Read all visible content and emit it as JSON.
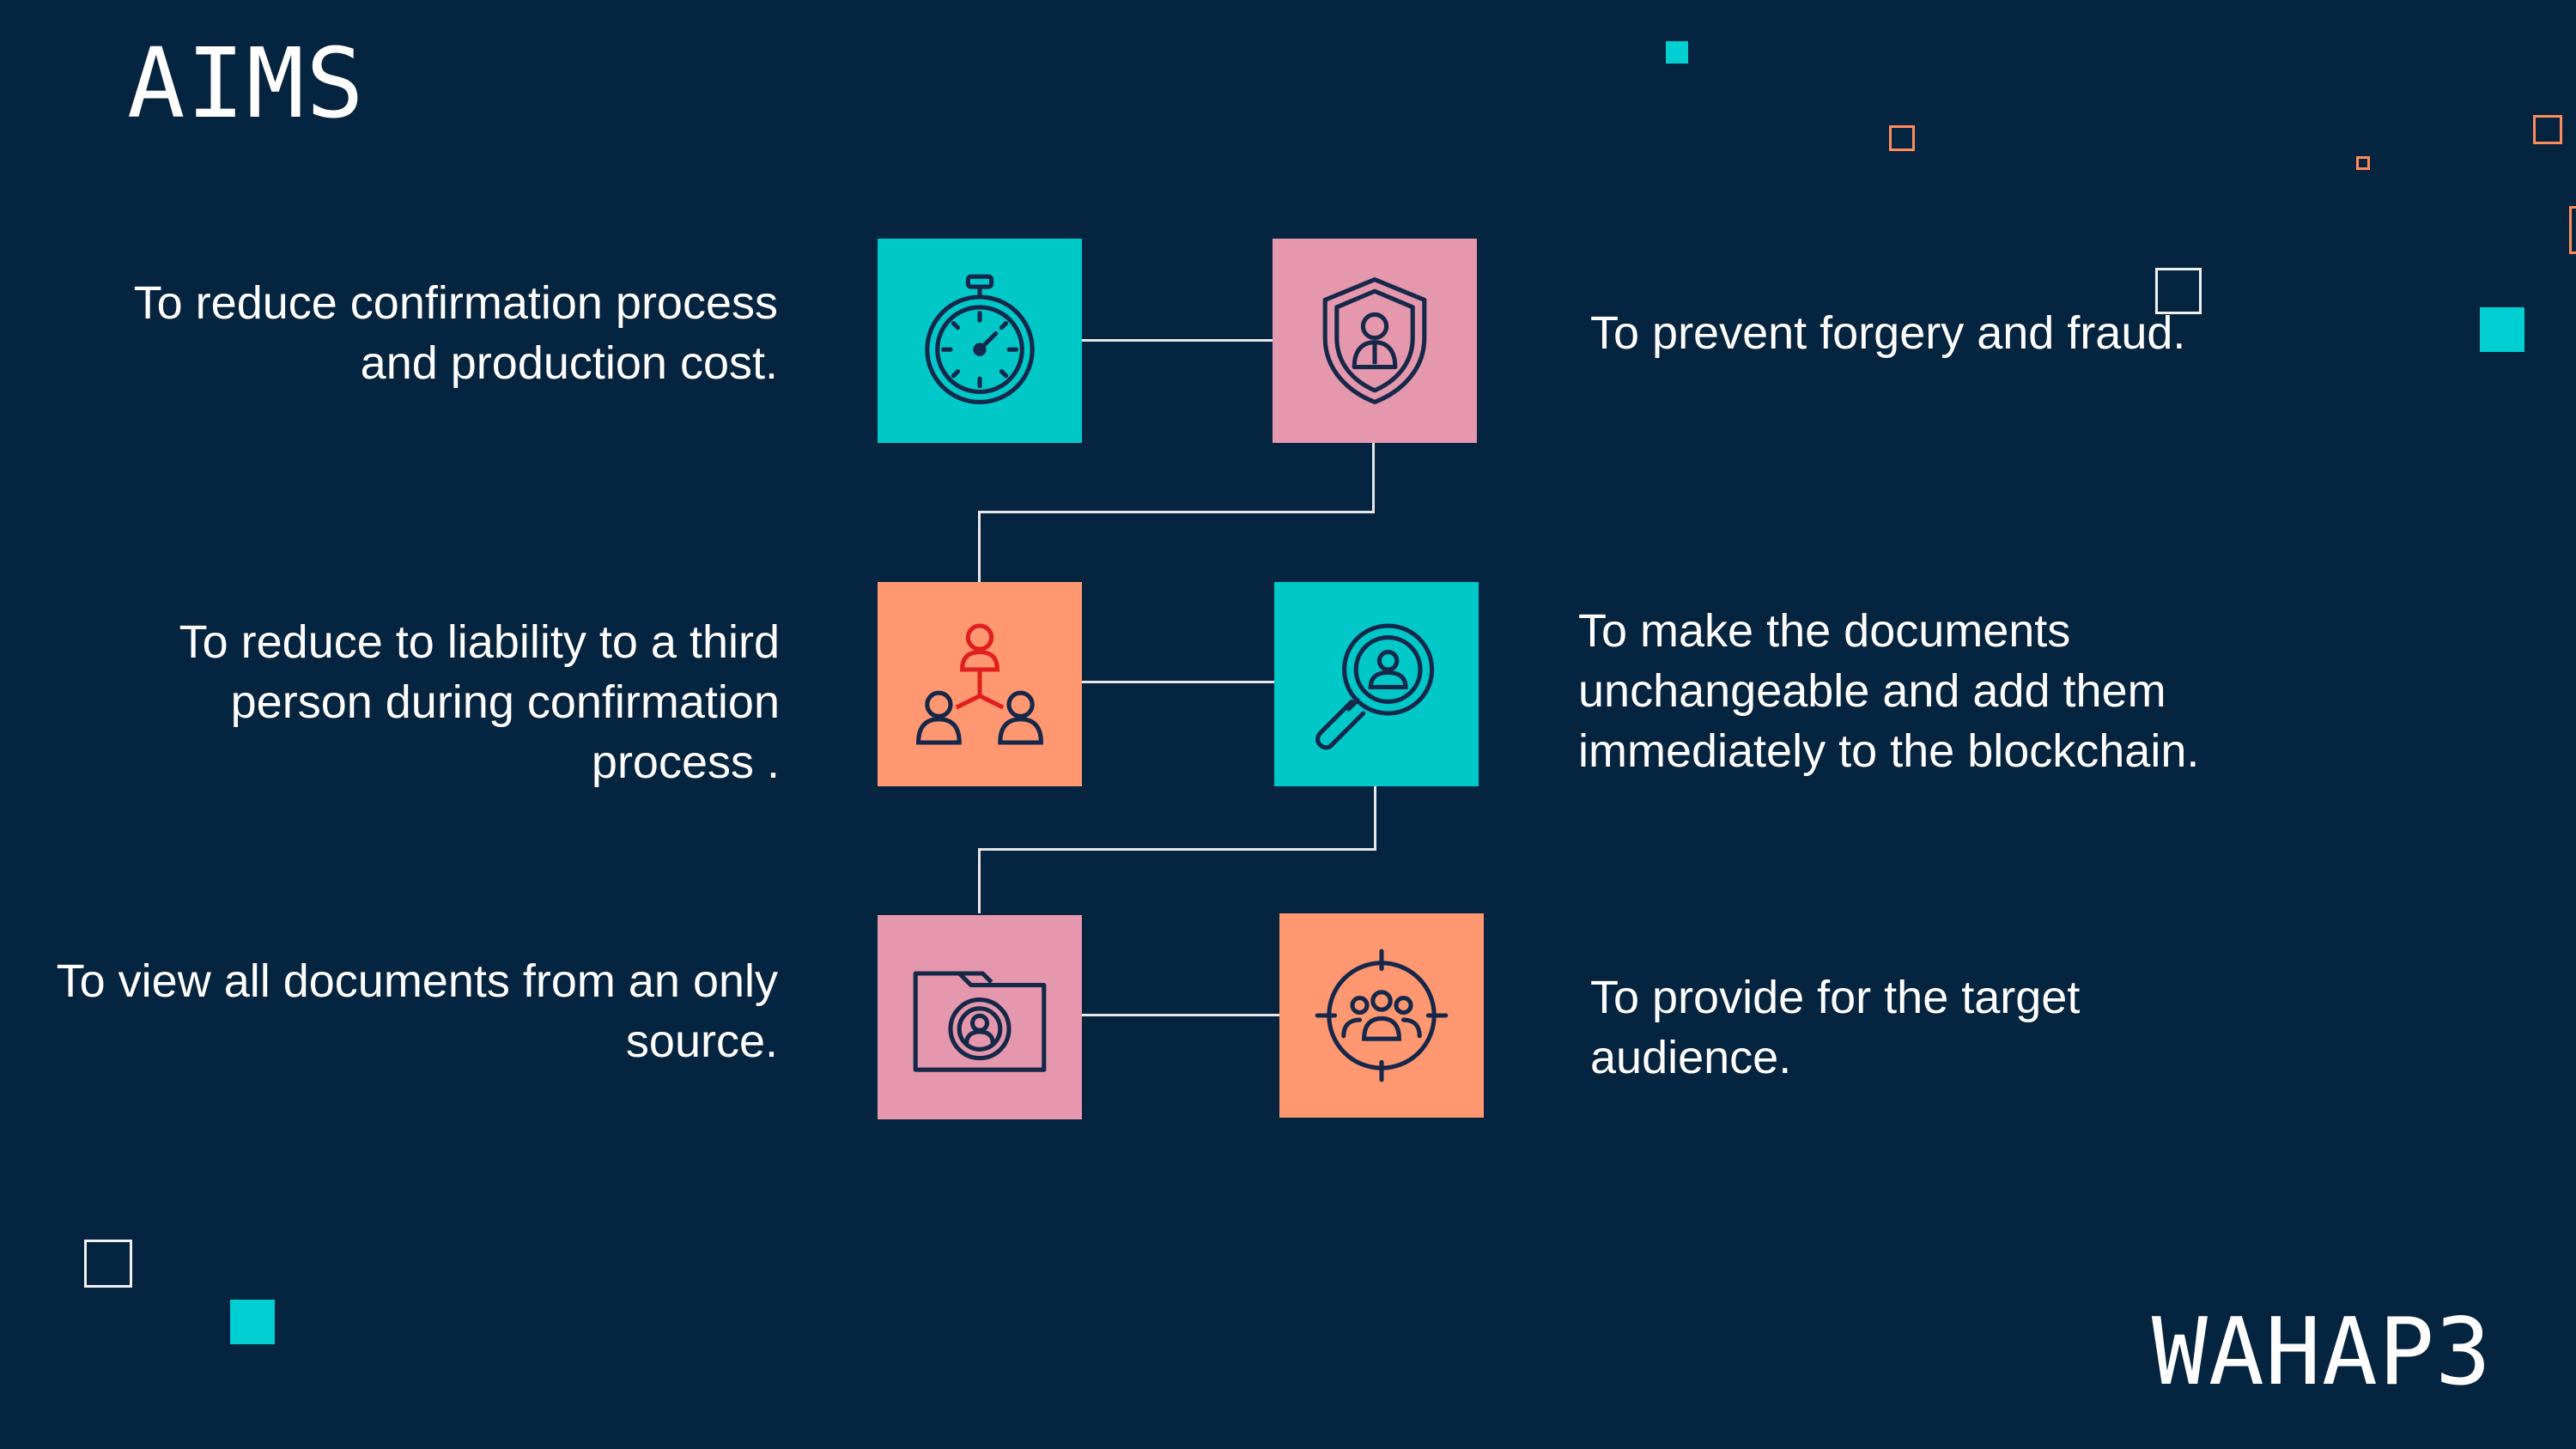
{
  "slide": {
    "title": "AIMS",
    "brand": "WAHAP3"
  },
  "aims": {
    "left": [
      {
        "text": "To reduce confirmation process and production cost."
      },
      {
        "text": "To reduce to liability to a third person during confirmation process ."
      },
      {
        "text": "To view all documents from an only source."
      }
    ],
    "right": [
      {
        "text": "To prevent forgery and fraud."
      },
      {
        "text": "To make the documents unchangeable and add them immediately to the blockchain."
      },
      {
        "text": "To provide for the target audience."
      }
    ]
  },
  "icons": {
    "row1_left": "stopwatch-icon",
    "row1_right": "shield-person-icon",
    "row2_left": "team-network-icon",
    "row2_right": "magnifier-person-icon",
    "row3_left": "folder-user-icon",
    "row3_right": "target-audience-icon"
  },
  "colors": {
    "background": "#04243f",
    "cyan": "#00c8c8",
    "pink": "#e497ad",
    "orange": "#ff9770",
    "connector": "#e7e7e7",
    "text": "#ffffff"
  }
}
